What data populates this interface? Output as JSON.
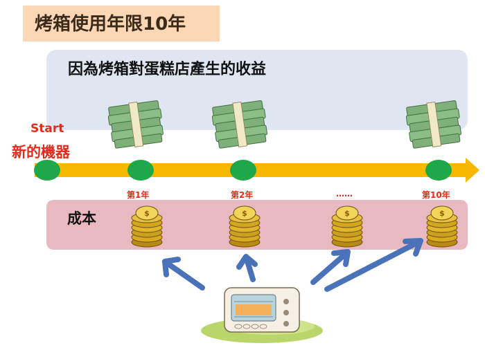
{
  "title": "烤箱使用年限10年",
  "revenue_label": "因為烤箱對蛋糕店產生的收益",
  "start_label": "Start",
  "new_machine_label": "新的機器",
  "cost_label": "成本",
  "timeline": {
    "years": [
      "第1年",
      "第2年",
      "……",
      "第10年"
    ]
  },
  "icons": {
    "money": "money-stack-icon",
    "coin": "gold-coin-stack-icon",
    "oven": "toaster-oven-icon"
  },
  "colors": {
    "title_bg": "#fbd7b5",
    "revenue_bg": "#dfe6f1",
    "cost_bg": "#e9b9c2",
    "timeline": "#f9b800",
    "node": "#1ea84a",
    "accent_red": "#e32b1c",
    "arrow": "#4a72b8"
  }
}
